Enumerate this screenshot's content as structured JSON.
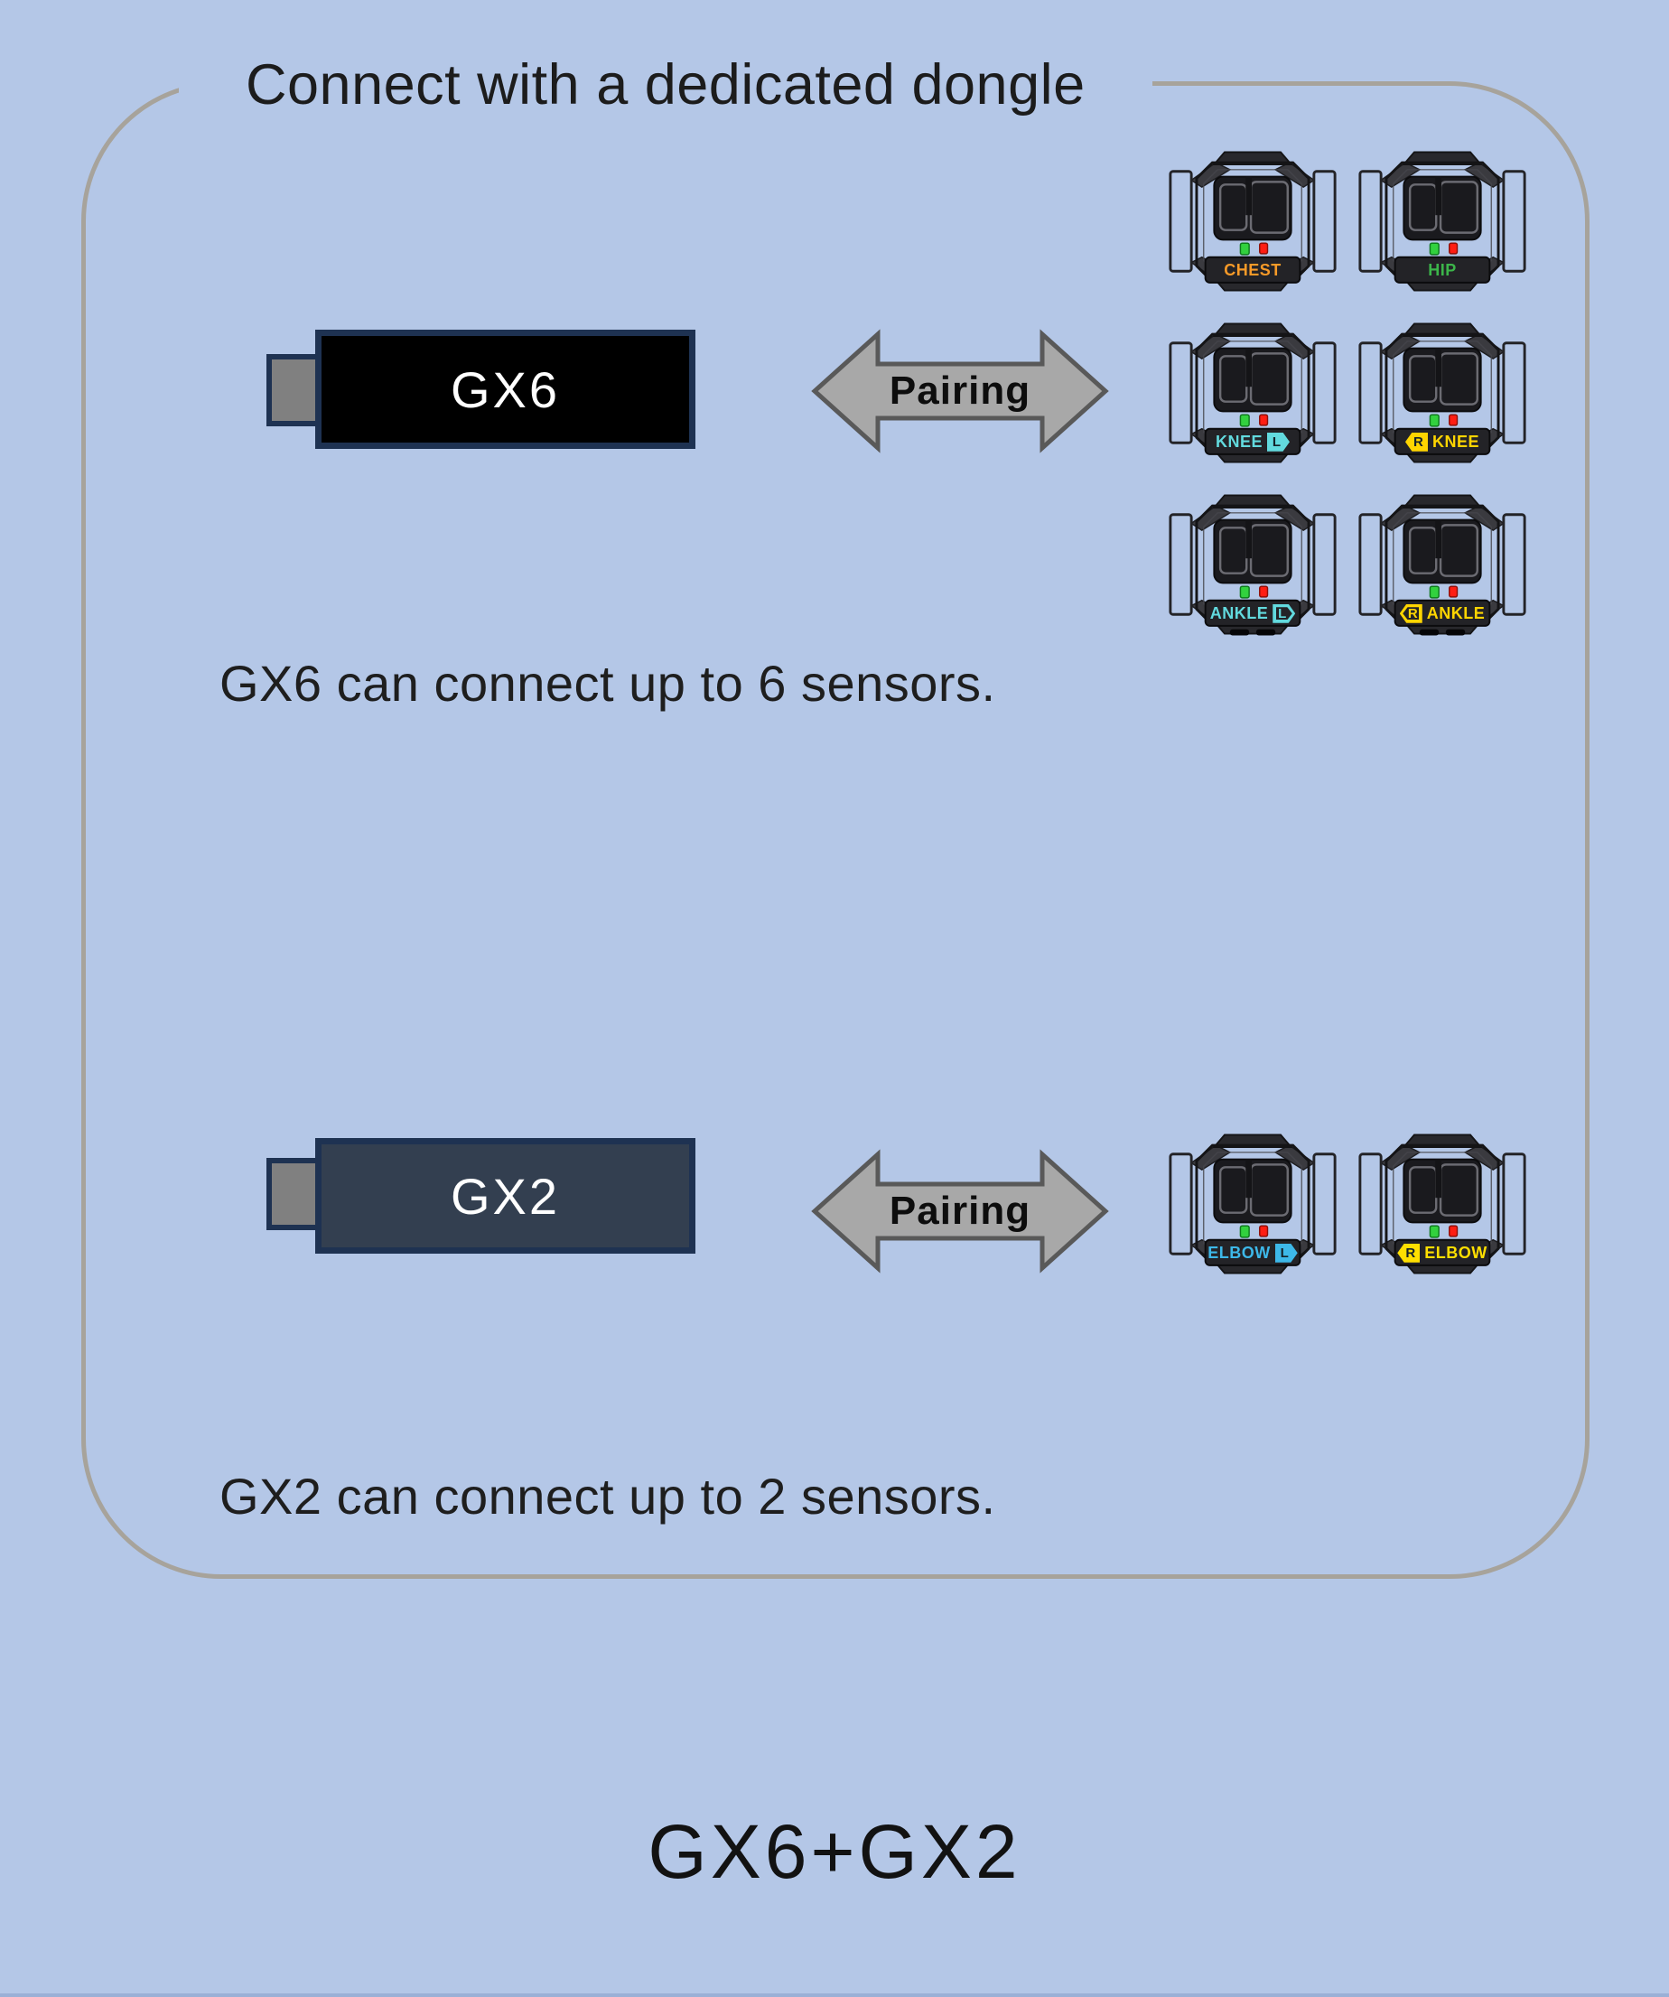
{
  "title": "Connect with a dedicated dongle",
  "background_color": "#b4c7e7",
  "frame_border_color": "#a7a39b",
  "pairing_arrow": {
    "fill": "#a8a8a8",
    "stroke": "#595959"
  },
  "sensor_led_colors": {
    "green": "#32d13e",
    "red": "#ff1d12"
  },
  "gx6": {
    "dongle_label": "GX6",
    "dongle_body_color": "#000000",
    "pairing_label": "Pairing",
    "caption": "GX6 can connect up to 6 sensors.",
    "sensor_count": 6,
    "sensors": [
      {
        "name": "CHEST",
        "label": "CHEST",
        "color": "#f79a28",
        "badge": null,
        "ports": false
      },
      {
        "name": "HIP",
        "label": "HIP",
        "color": "#3cb54a",
        "badge": null,
        "ports": false
      },
      {
        "name": "KNEE-L",
        "label": "KNEE",
        "color": "#62dade",
        "badge": {
          "letter": "L",
          "side": "right",
          "style": "filled"
        },
        "ports": false
      },
      {
        "name": "KNEE-R",
        "label": "KNEE",
        "color": "#ffd500",
        "badge": {
          "letter": "R",
          "side": "left",
          "style": "filled"
        },
        "ports": false
      },
      {
        "name": "ANKLE-L",
        "label": "ANKLE",
        "color": "#62dade",
        "badge": {
          "letter": "L",
          "side": "right",
          "style": "outline"
        },
        "ports": true
      },
      {
        "name": "ANKLE-R",
        "label": "ANKLE",
        "color": "#ffd500",
        "badge": {
          "letter": "R",
          "side": "left",
          "style": "outline"
        },
        "ports": true
      }
    ]
  },
  "gx2": {
    "dongle_label": "GX2",
    "dongle_body_color": "#333f50",
    "pairing_label": "Pairing",
    "caption": "GX2 can connect up to 2 sensors.",
    "sensor_count": 2,
    "sensors": [
      {
        "name": "ELBOW-L",
        "label": "ELBOW",
        "color": "#3db8e9",
        "badge": {
          "letter": "L",
          "side": "right",
          "style": "filled"
        },
        "ports": false
      },
      {
        "name": "ELBOW-R",
        "label": "ELBOW",
        "color": "#ffdf00",
        "badge": {
          "letter": "R",
          "side": "left",
          "style": "filled"
        },
        "ports": false
      }
    ]
  },
  "footer_label": "GX6+GX2"
}
